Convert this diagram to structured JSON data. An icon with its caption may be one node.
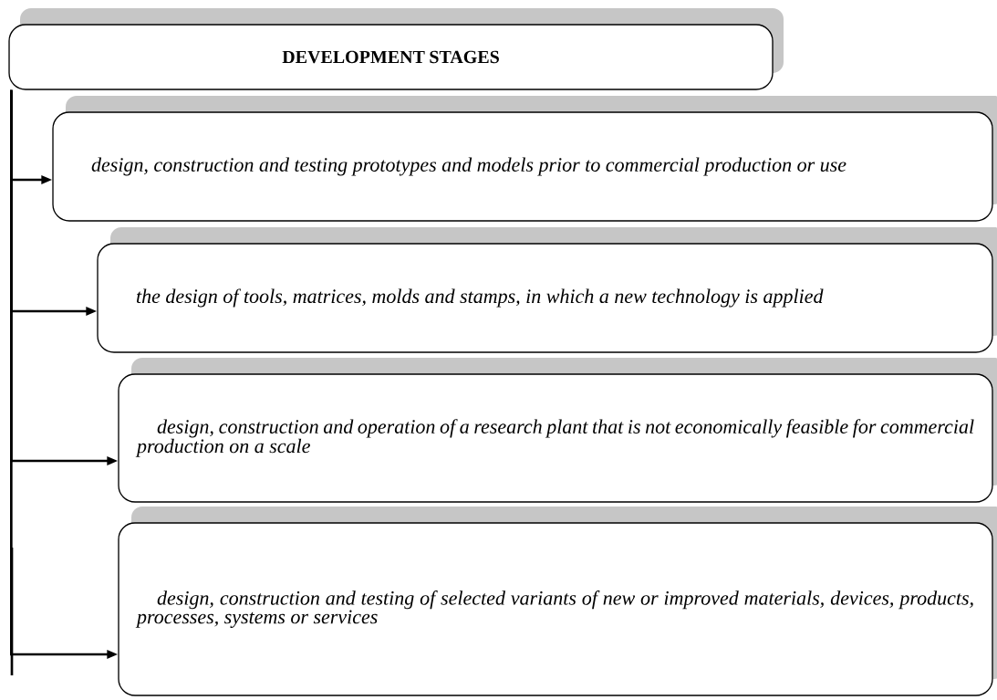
{
  "diagram": {
    "nodes": [
      {
        "text": [
          "DEVELOPMENT STAGES"
        ]
      },
      {
        "text": [
          "design, construction and testing prototypes and models prior to commercial production or use"
        ]
      },
      {
        "text": [
          "the design of tools, matrices, molds and stamps, in which a new technology is applied"
        ]
      },
      {
        "text": [
          "design, construction and operation of a research plant that is not economically feasible for commercial production on a scale"
        ]
      },
      {
        "text": [
          "design, construction and testing of selected variants of new or improved materials, devices, products, processes, systems or services"
        ]
      }
    ],
    "edges": [
      {
        "from": 0,
        "to": 1,
        "arrow": "to"
      },
      {
        "from": 0,
        "to": 2,
        "arrow": "to"
      },
      {
        "from": 0,
        "to": 3,
        "arrow": "to"
      },
      {
        "from": 0,
        "to": 4,
        "arrow": "to"
      }
    ]
  }
}
